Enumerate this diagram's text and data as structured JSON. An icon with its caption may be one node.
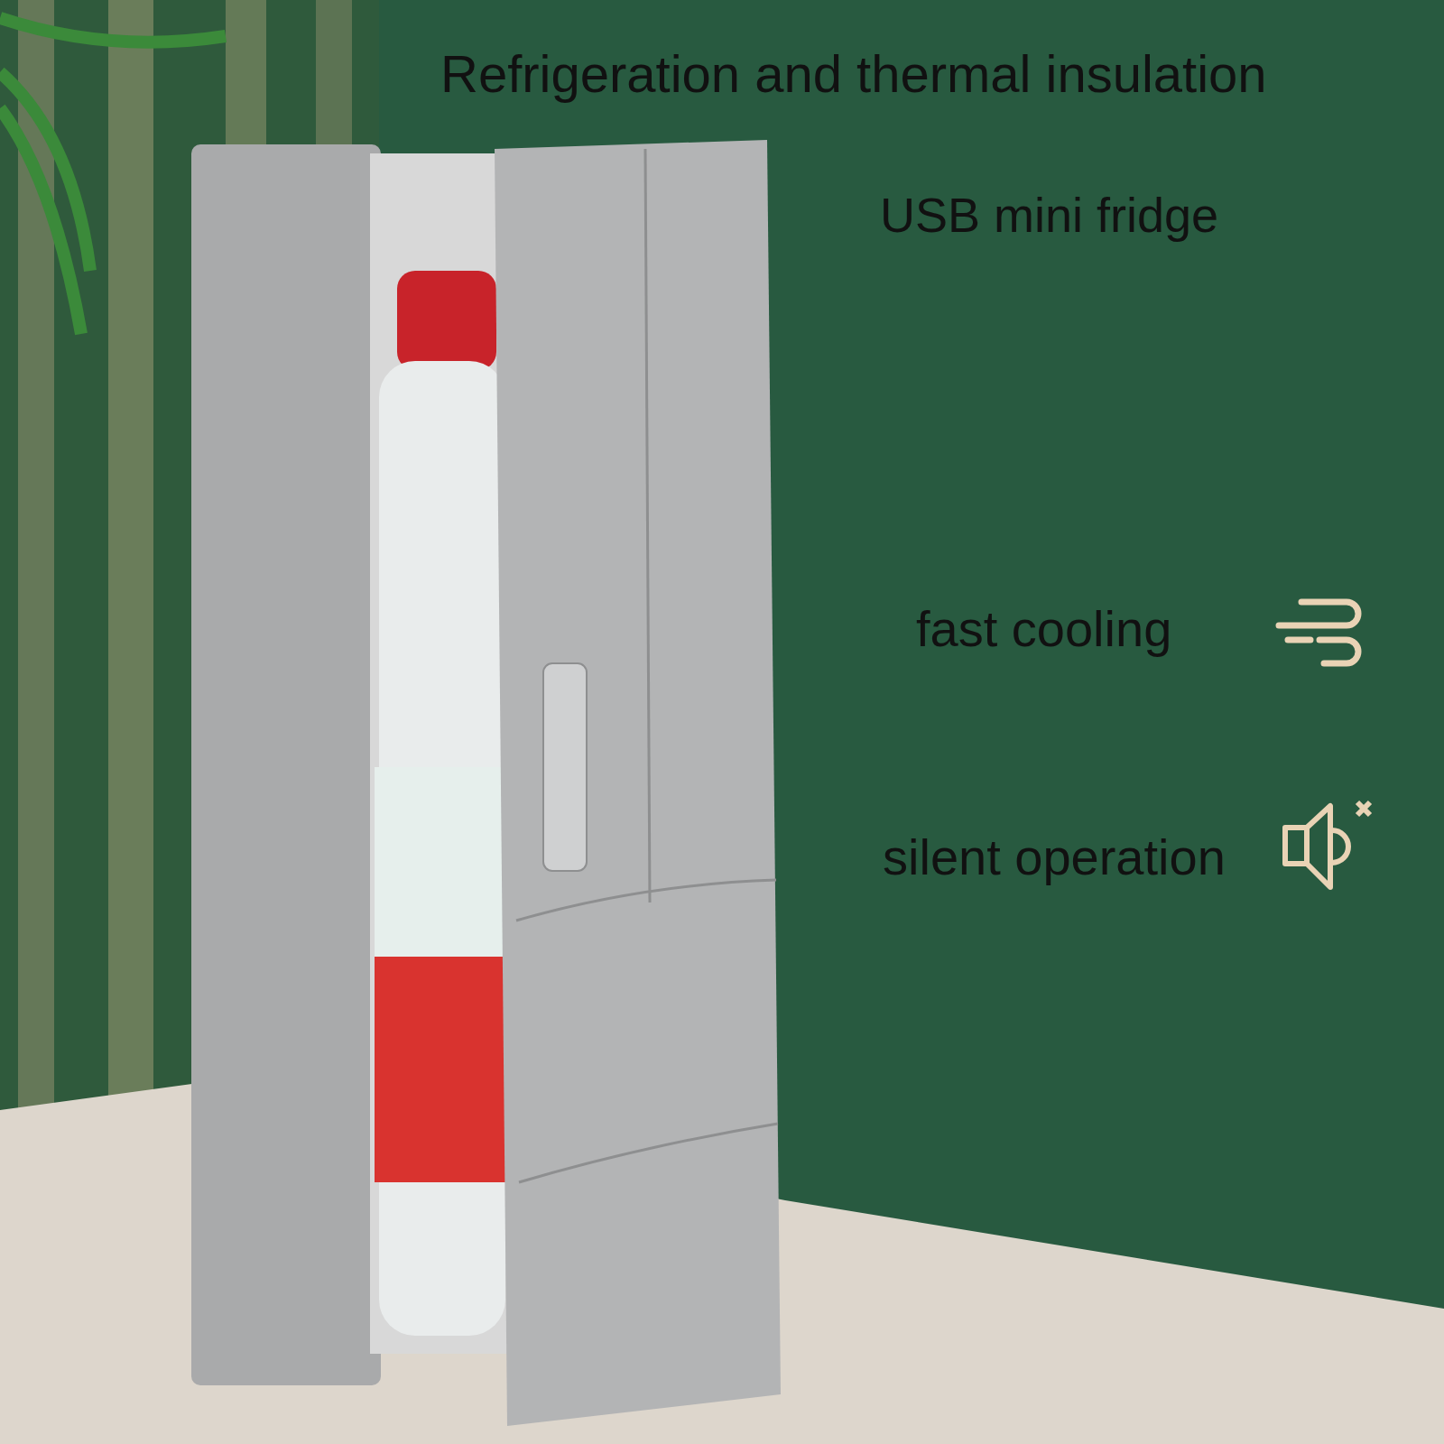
{
  "diagram": {
    "title": "Refrigeration and thermal insulation",
    "labels": [
      "USB mini fridge",
      "fast cooling",
      "silent operation"
    ]
  }
}
